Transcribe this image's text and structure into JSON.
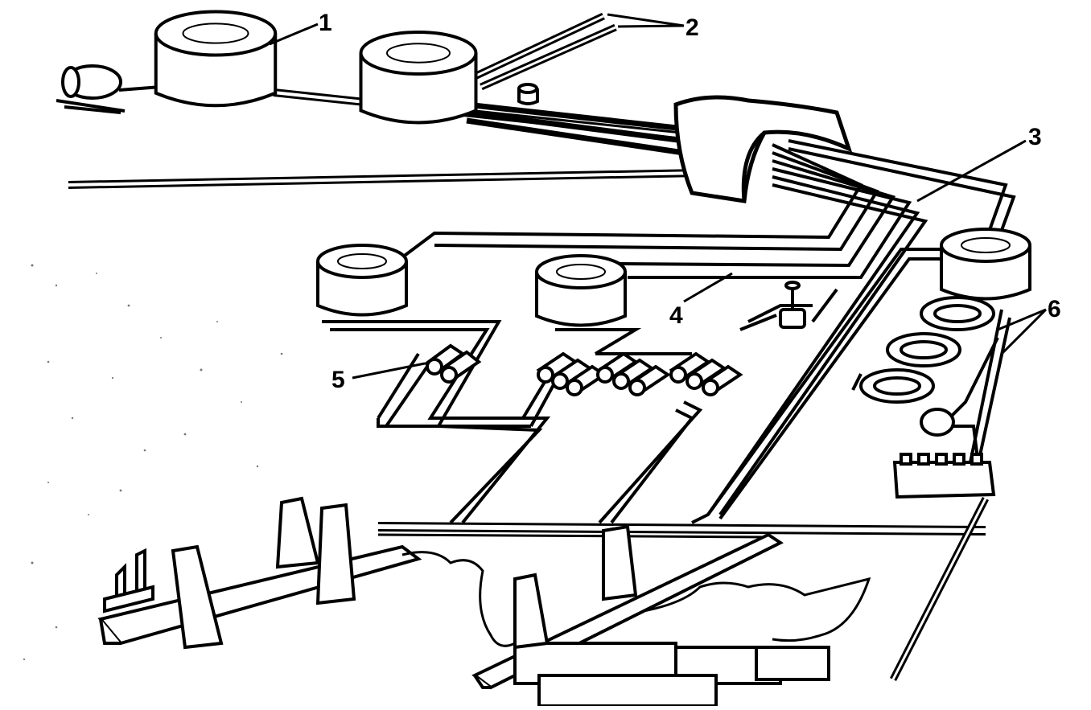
{
  "labels": {
    "l1": "1",
    "l2": "2",
    "l3": "3",
    "l4": "4",
    "l5": "5",
    "l6": "6"
  },
  "colors": {
    "ink": "#000000",
    "paper": "#ffffff"
  }
}
